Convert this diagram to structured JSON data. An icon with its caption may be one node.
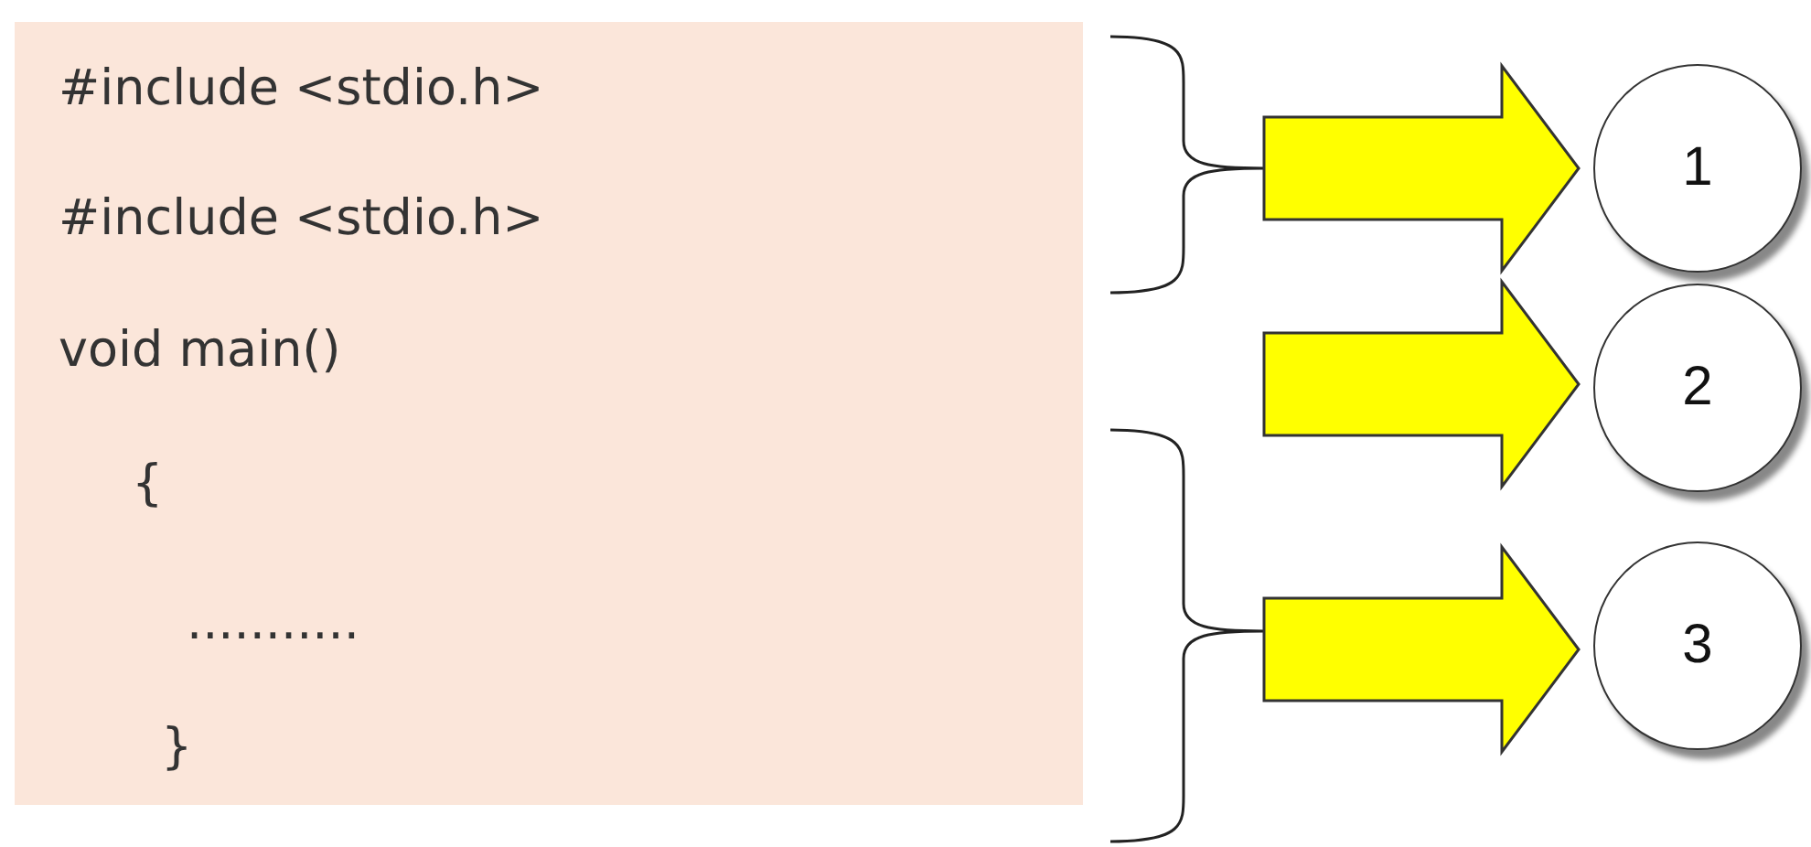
{
  "diagram": {
    "nodes": [
      {
        "text": [
          "#include <stdio.h>",
          "#include <stdio.h>",
          "void main()",
          "{",
          "...........",
          "}"
        ]
      },
      {
        "text": [
          "1"
        ]
      },
      {
        "text": [
          "2"
        ]
      },
      {
        "text": [
          "3"
        ]
      }
    ],
    "edges": [
      {
        "from": null,
        "to": 1,
        "arrow": "to",
        "style": "thick"
      },
      {
        "from": null,
        "to": 2,
        "arrow": "to",
        "style": "thick"
      },
      {
        "from": null,
        "to": 3,
        "arrow": "to",
        "style": "thick"
      }
    ]
  }
}
